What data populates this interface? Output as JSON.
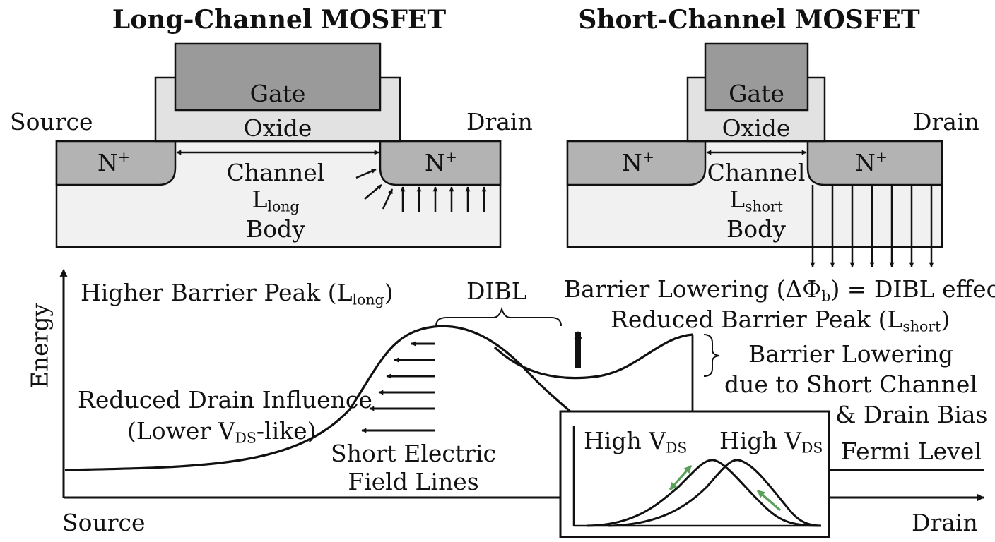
{
  "long": {
    "title": "Long-Channel MOSFET",
    "source": "Source",
    "drain": "Drain",
    "gate": "Gate",
    "oxide": "Oxide",
    "n_source": "N",
    "n_drain": "N",
    "n_sup": "+",
    "channel": "Channel",
    "l_main": "L",
    "l_sub": "long",
    "body": "Body"
  },
  "short": {
    "title": "Short-Channel MOSFET",
    "drain": "Drain",
    "gate": "Gate",
    "oxide": "Oxide",
    "n_source": "N",
    "n_drain": "N",
    "n_sup": "+",
    "channel": "Channel",
    "l_main": "L",
    "l_sub": "short",
    "body": "Body"
  },
  "energy": {
    "y_axis": "Energy",
    "x_left": "Source",
    "x_right": "Drain",
    "higher_barrier_pre": "Higher Barrier Peak (L",
    "higher_barrier_sub": "long",
    "higher_barrier_post": ")",
    "dibl": "DIBL",
    "barrier_lowering_pre": "Barrier Lowering (ΔΦ",
    "barrier_lowering_sub": "b",
    "barrier_lowering_post": ") = DIBL effect",
    "reduced_peak_pre": "Reduced Barrier Peak (L",
    "reduced_peak_sub": "short",
    "reduced_peak_post": ")",
    "bl_short_lines": [
      "Barrier Lowering",
      "due to Short Channel",
      "& Drain Bias"
    ],
    "reduced_drain_line1": "Reduced Drain Influence",
    "reduced_drain_pre": "(Lower V",
    "reduced_drain_sub": "DS",
    "reduced_drain_post": "-like)",
    "short_field_lines": [
      "Short Electric",
      "Field Lines"
    ],
    "fermi": "Fermi Level",
    "inset_left_pre": "High V",
    "inset_left_sub": "DS",
    "inset_right_pre": "High V",
    "inset_right_sub": "DS"
  },
  "colors": {
    "ink": "#111111",
    "gate_fill": "#9a9a9a",
    "oxide_fill": "#e2e2e2",
    "n_fill": "#b3b3b3",
    "body_fill": "#f1f1f1",
    "green_arrow": "#5aa05a"
  }
}
